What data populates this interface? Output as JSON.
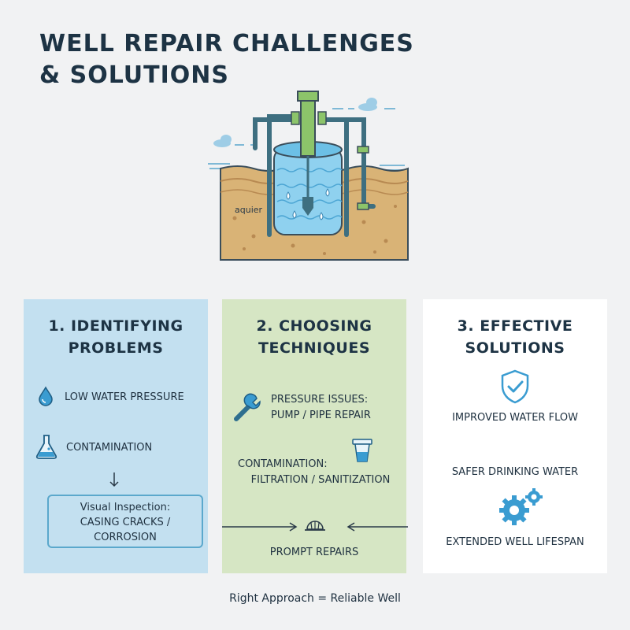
{
  "title": {
    "line1": "WELL REPAIR CHALLENGES",
    "line2": "& SOLUTIONS"
  },
  "illustration": {
    "aquifer_label": "aquier"
  },
  "panels": [
    {
      "heading": {
        "line1": "1. IDENTIFYING",
        "line2": "PROBLEMS"
      },
      "items": [
        "LOW WATER PRESSURE",
        "CONTAMINATION"
      ],
      "inspection": {
        "line1": "Visual Inspection:",
        "line2": "CASING CRACKS /",
        "line3": "CORROSION"
      }
    },
    {
      "heading": {
        "line1": "2. CHOOSING",
        "line2": "TECHNIQUES"
      },
      "pressure": {
        "line1": "PRESSURE ISSUES:",
        "line2": "PUMP / PIPE REPAIR"
      },
      "contamination": {
        "line1": "CONTAMINATION:",
        "line2": "FILTRATION / SANITIZATION"
      },
      "prompt": "PROMPT REPAIRS"
    },
    {
      "heading": {
        "line1": "3. EFFECTIVE",
        "line2": "SOLUTIONS"
      },
      "items": [
        "IMPROVED WATER FLOW",
        "SAFER DRINKING WATER",
        "EXTENDED WELL LIFESPAN"
      ]
    }
  ],
  "footer": "Right Approach = Reliable Well",
  "colors": {
    "water": "#6cc0e6",
    "pipe": "#3e6f80",
    "pump": "#8cc46a",
    "soil": "#d9b376",
    "accent": "#3a9cd1"
  }
}
